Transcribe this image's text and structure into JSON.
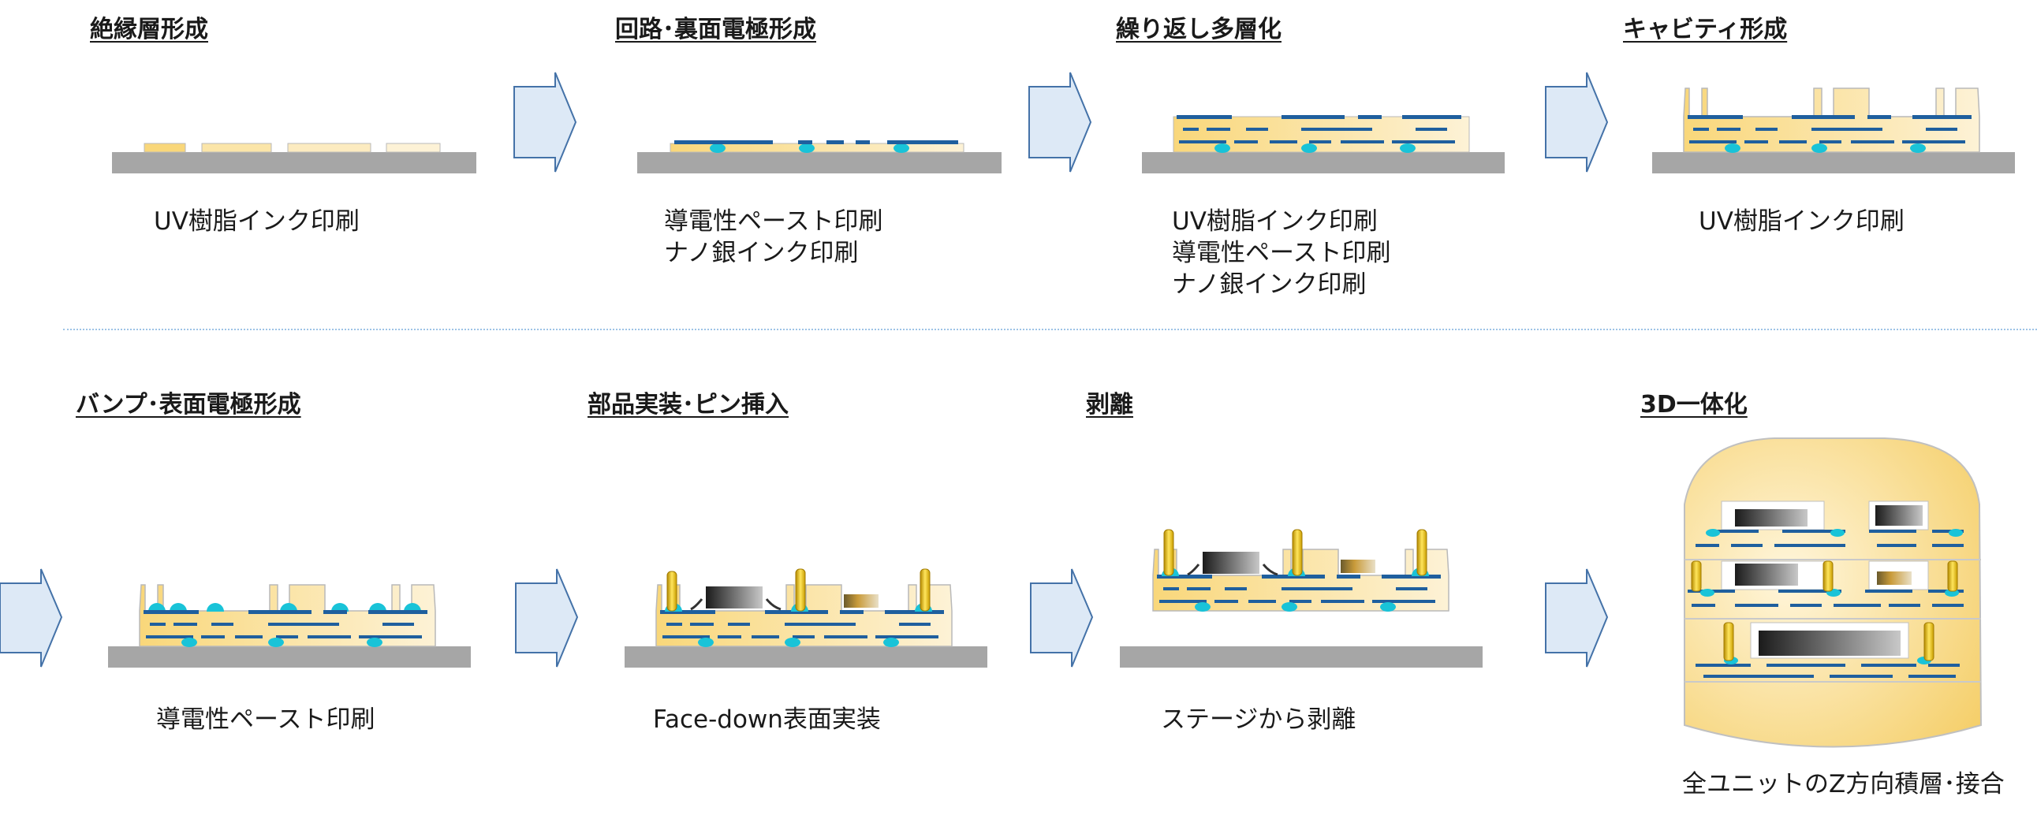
{
  "steps": [
    {
      "title": "絶縁層形成",
      "lines": [
        "UV樹脂インク印刷"
      ]
    },
    {
      "title": "回路･裏面電極形成",
      "lines": [
        "導電性ペースト印刷",
        "ナノ銀インク印刷"
      ]
    },
    {
      "title": "繰り返し多層化",
      "lines": [
        "UV樹脂インク印刷",
        "導電性ペースト印刷",
        "ナノ銀インク印刷"
      ]
    },
    {
      "title": "キャビティ形成",
      "lines": [
        "UV樹脂インク印刷"
      ]
    },
    {
      "title": "バンプ･表面電極形成",
      "lines": [
        "導電性ペースト印刷"
      ]
    },
    {
      "title": "部品実装･ピン挿入",
      "lines": [
        "Face-down表面実装"
      ]
    },
    {
      "title": "剥離",
      "lines": [
        "ステージから剥離"
      ]
    },
    {
      "title": "3D一体化",
      "lines": [
        "全ユニットのZ方向積層･接合"
      ]
    }
  ],
  "colors": {
    "stage": "#a6a6a6",
    "resin": "#fbe5a8",
    "resin_edge": "#b9b9b9",
    "wiring": "#1f5f9e",
    "bump": "#19c3d8",
    "arrow_fill": "#dde9f6",
    "arrow_edge": "#4472a8",
    "pin": "#f2c400"
  },
  "icons": [
    "process-arrow-icon"
  ]
}
